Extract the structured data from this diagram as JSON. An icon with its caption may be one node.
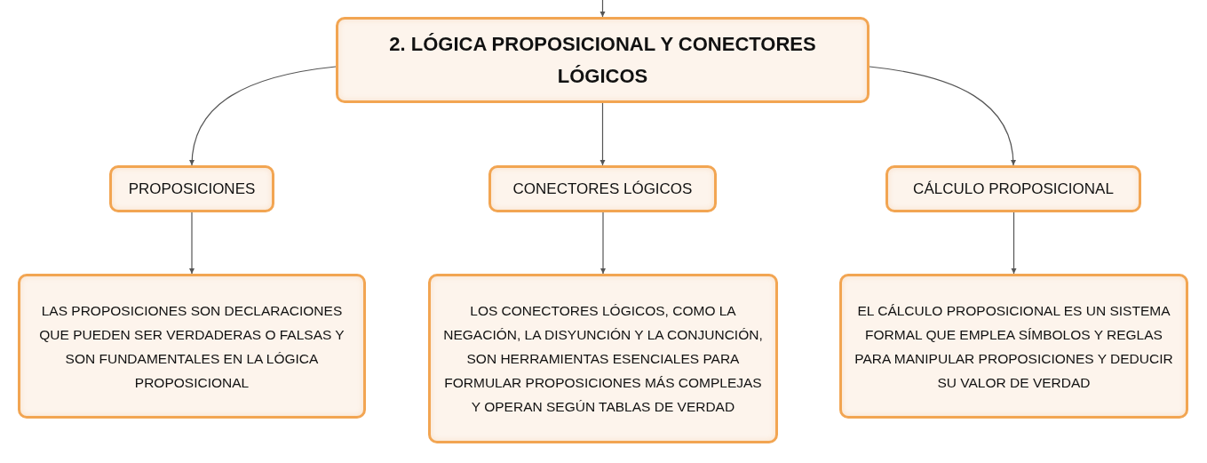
{
  "diagram": {
    "nodes": [
      {
        "text": [
          "2. LÓGICA PROPOSICIONAL Y CONECTORES LÓGICOS"
        ]
      },
      {
        "text": [
          "PROPOSICIONES"
        ]
      },
      {
        "text": [
          "CONECTORES LÓGICOS"
        ]
      },
      {
        "text": [
          "CÁLCULO PROPOSICIONAL"
        ]
      },
      {
        "text": [
          "LAS PROPOSICIONES SON DECLARACIONES QUE PUEDEN SER VERDADERAS O FALSAS Y SON FUNDAMENTALES EN LA LÓGICA PROPOSICIONAL"
        ]
      },
      {
        "text": [
          "LOS CONECTORES LÓGICOS, COMO LA NEGACIÓN, LA DISYUNCIÓN Y LA CONJUNCIÓN, SON HERRAMIENTAS ESENCIALES PARA FORMULAR PROPOSICIONES MÁS COMPLEJAS Y OPERAN SEGÚN TABLAS DE VERDAD"
        ]
      },
      {
        "text": [
          "EL CÁLCULO PROPOSICIONAL ES UN SISTEMA FORMAL QUE EMPLEA SÍMBOLOS Y REGLAS PARA MANIPULAR PROPOSICIONES Y DEDUCIR SU VALOR DE VERDAD"
        ]
      }
    ],
    "edges": [
      {
        "from": null,
        "to": 0,
        "arrow": "to"
      },
      {
        "from": 0,
        "to": 1,
        "arrow": "to"
      },
      {
        "from": 0,
        "to": 2,
        "arrow": "to"
      },
      {
        "from": 0,
        "to": 3,
        "arrow": "to"
      },
      {
        "from": 1,
        "to": 4,
        "arrow": "to"
      },
      {
        "from": 2,
        "to": 5,
        "arrow": "to"
      },
      {
        "from": 3,
        "to": 6,
        "arrow": "to"
      }
    ]
  }
}
